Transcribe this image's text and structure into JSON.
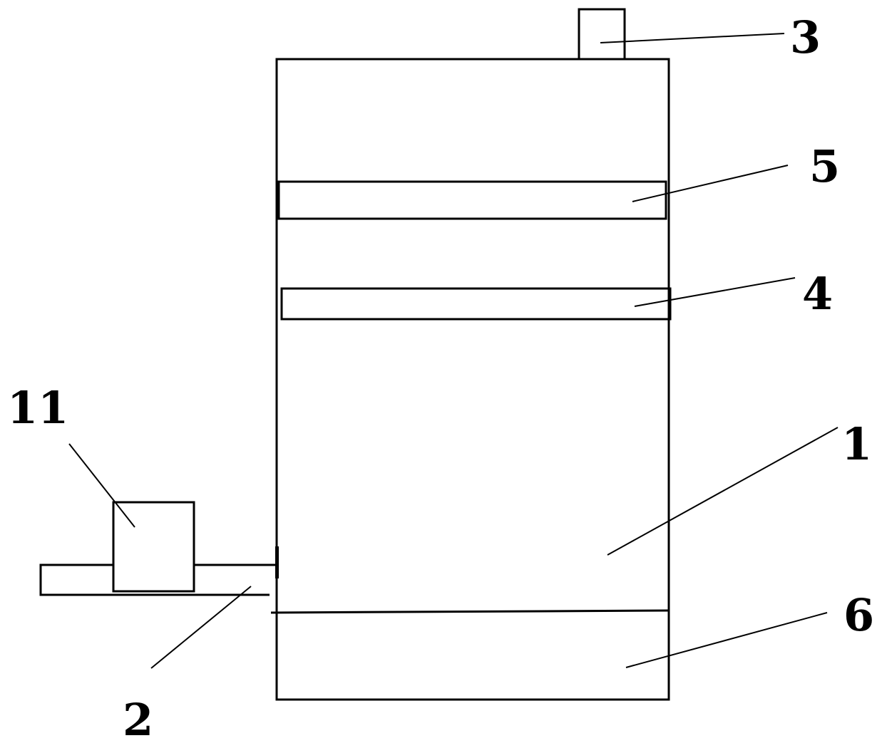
{
  "labels": {
    "vessel": "1",
    "inlet_pipe": "2",
    "top_fitting": "3",
    "plate_lower": "4",
    "plate_upper": "5",
    "bottom_section": "6",
    "pump": "11"
  },
  "colors": {
    "line": "#000000",
    "background": "#ffffff"
  }
}
